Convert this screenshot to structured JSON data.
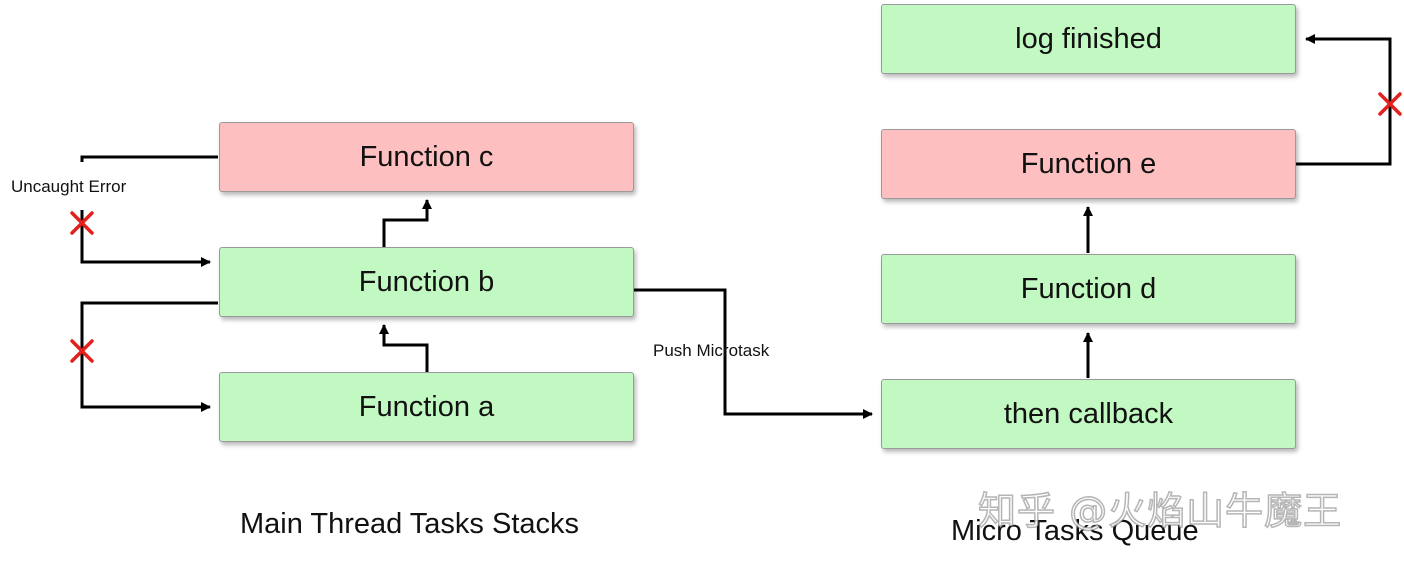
{
  "colors": {
    "box_green": "#c2f8c2",
    "box_red": "#fdbfbf",
    "box_border": "#9a9a9a",
    "line": "#000000",
    "cross": "#e3201b"
  },
  "main_thread": {
    "caption": "Main Thread Tasks Stacks",
    "function_c": "Function c",
    "function_b": "Function b",
    "function_a": "Function a"
  },
  "micro_queue": {
    "caption": "Micro Tasks Queue",
    "log_finished": "log finished",
    "function_e": "Function e",
    "function_d": "Function d",
    "then_callback": "then callback"
  },
  "annotations": {
    "uncaught_error": "Uncaught Error",
    "push_microtask": "Push Microtask"
  },
  "watermark": "知乎 @火焰山牛魔王"
}
